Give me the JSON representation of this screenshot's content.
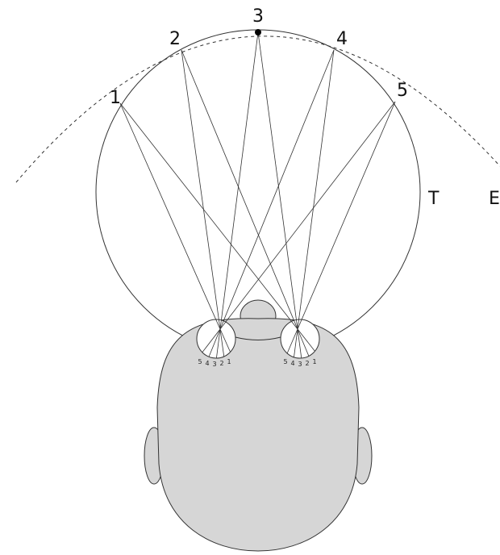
{
  "points": [
    {
      "id": "1",
      "label": "1"
    },
    {
      "id": "2",
      "label": "2"
    },
    {
      "id": "3",
      "label": "3"
    },
    {
      "id": "4",
      "label": "4"
    },
    {
      "id": "5",
      "label": "5"
    }
  ],
  "curves": {
    "vieth_muller_label": "T",
    "horopter_label": "E"
  },
  "eyes": {
    "left_labels": [
      "5",
      "4",
      "3",
      "2",
      "1"
    ],
    "right_labels": [
      "5",
      "4",
      "3",
      "2",
      "1"
    ]
  },
  "colors": {
    "head_fill": "#d6d6d6",
    "outline": "#222222",
    "lines": "#333333",
    "fixation_point": "#000000"
  }
}
